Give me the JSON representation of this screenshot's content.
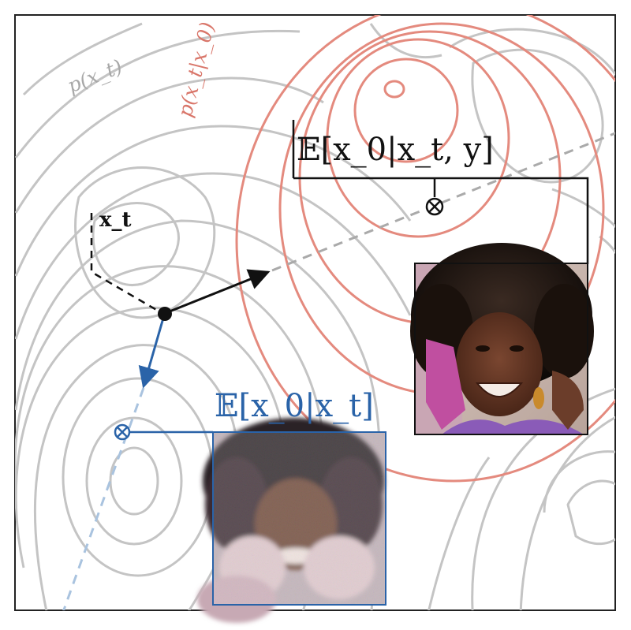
{
  "labels": {
    "prior_density": "p(x_t)",
    "likelihood_density": "p(x_t|x_0)",
    "current_point": "x_t",
    "conditional_expectation_y": "𝔼[x_0|x_t, y]",
    "conditional_expectation": "𝔼[x_0|x_t]"
  },
  "colors": {
    "prior_contours": "#c4c4c4",
    "likelihood_contours": "#e48a7e",
    "unconditional_path": "#2a63a8",
    "unconditional_path_light": "#a9c3df",
    "conditional_path": "#111111",
    "conditional_path_light": "#aaaaaa",
    "frame": "#222222"
  },
  "images": {
    "clean_sample": "sharp-face-photo",
    "noisy_sample": "noisy-face-photo"
  }
}
